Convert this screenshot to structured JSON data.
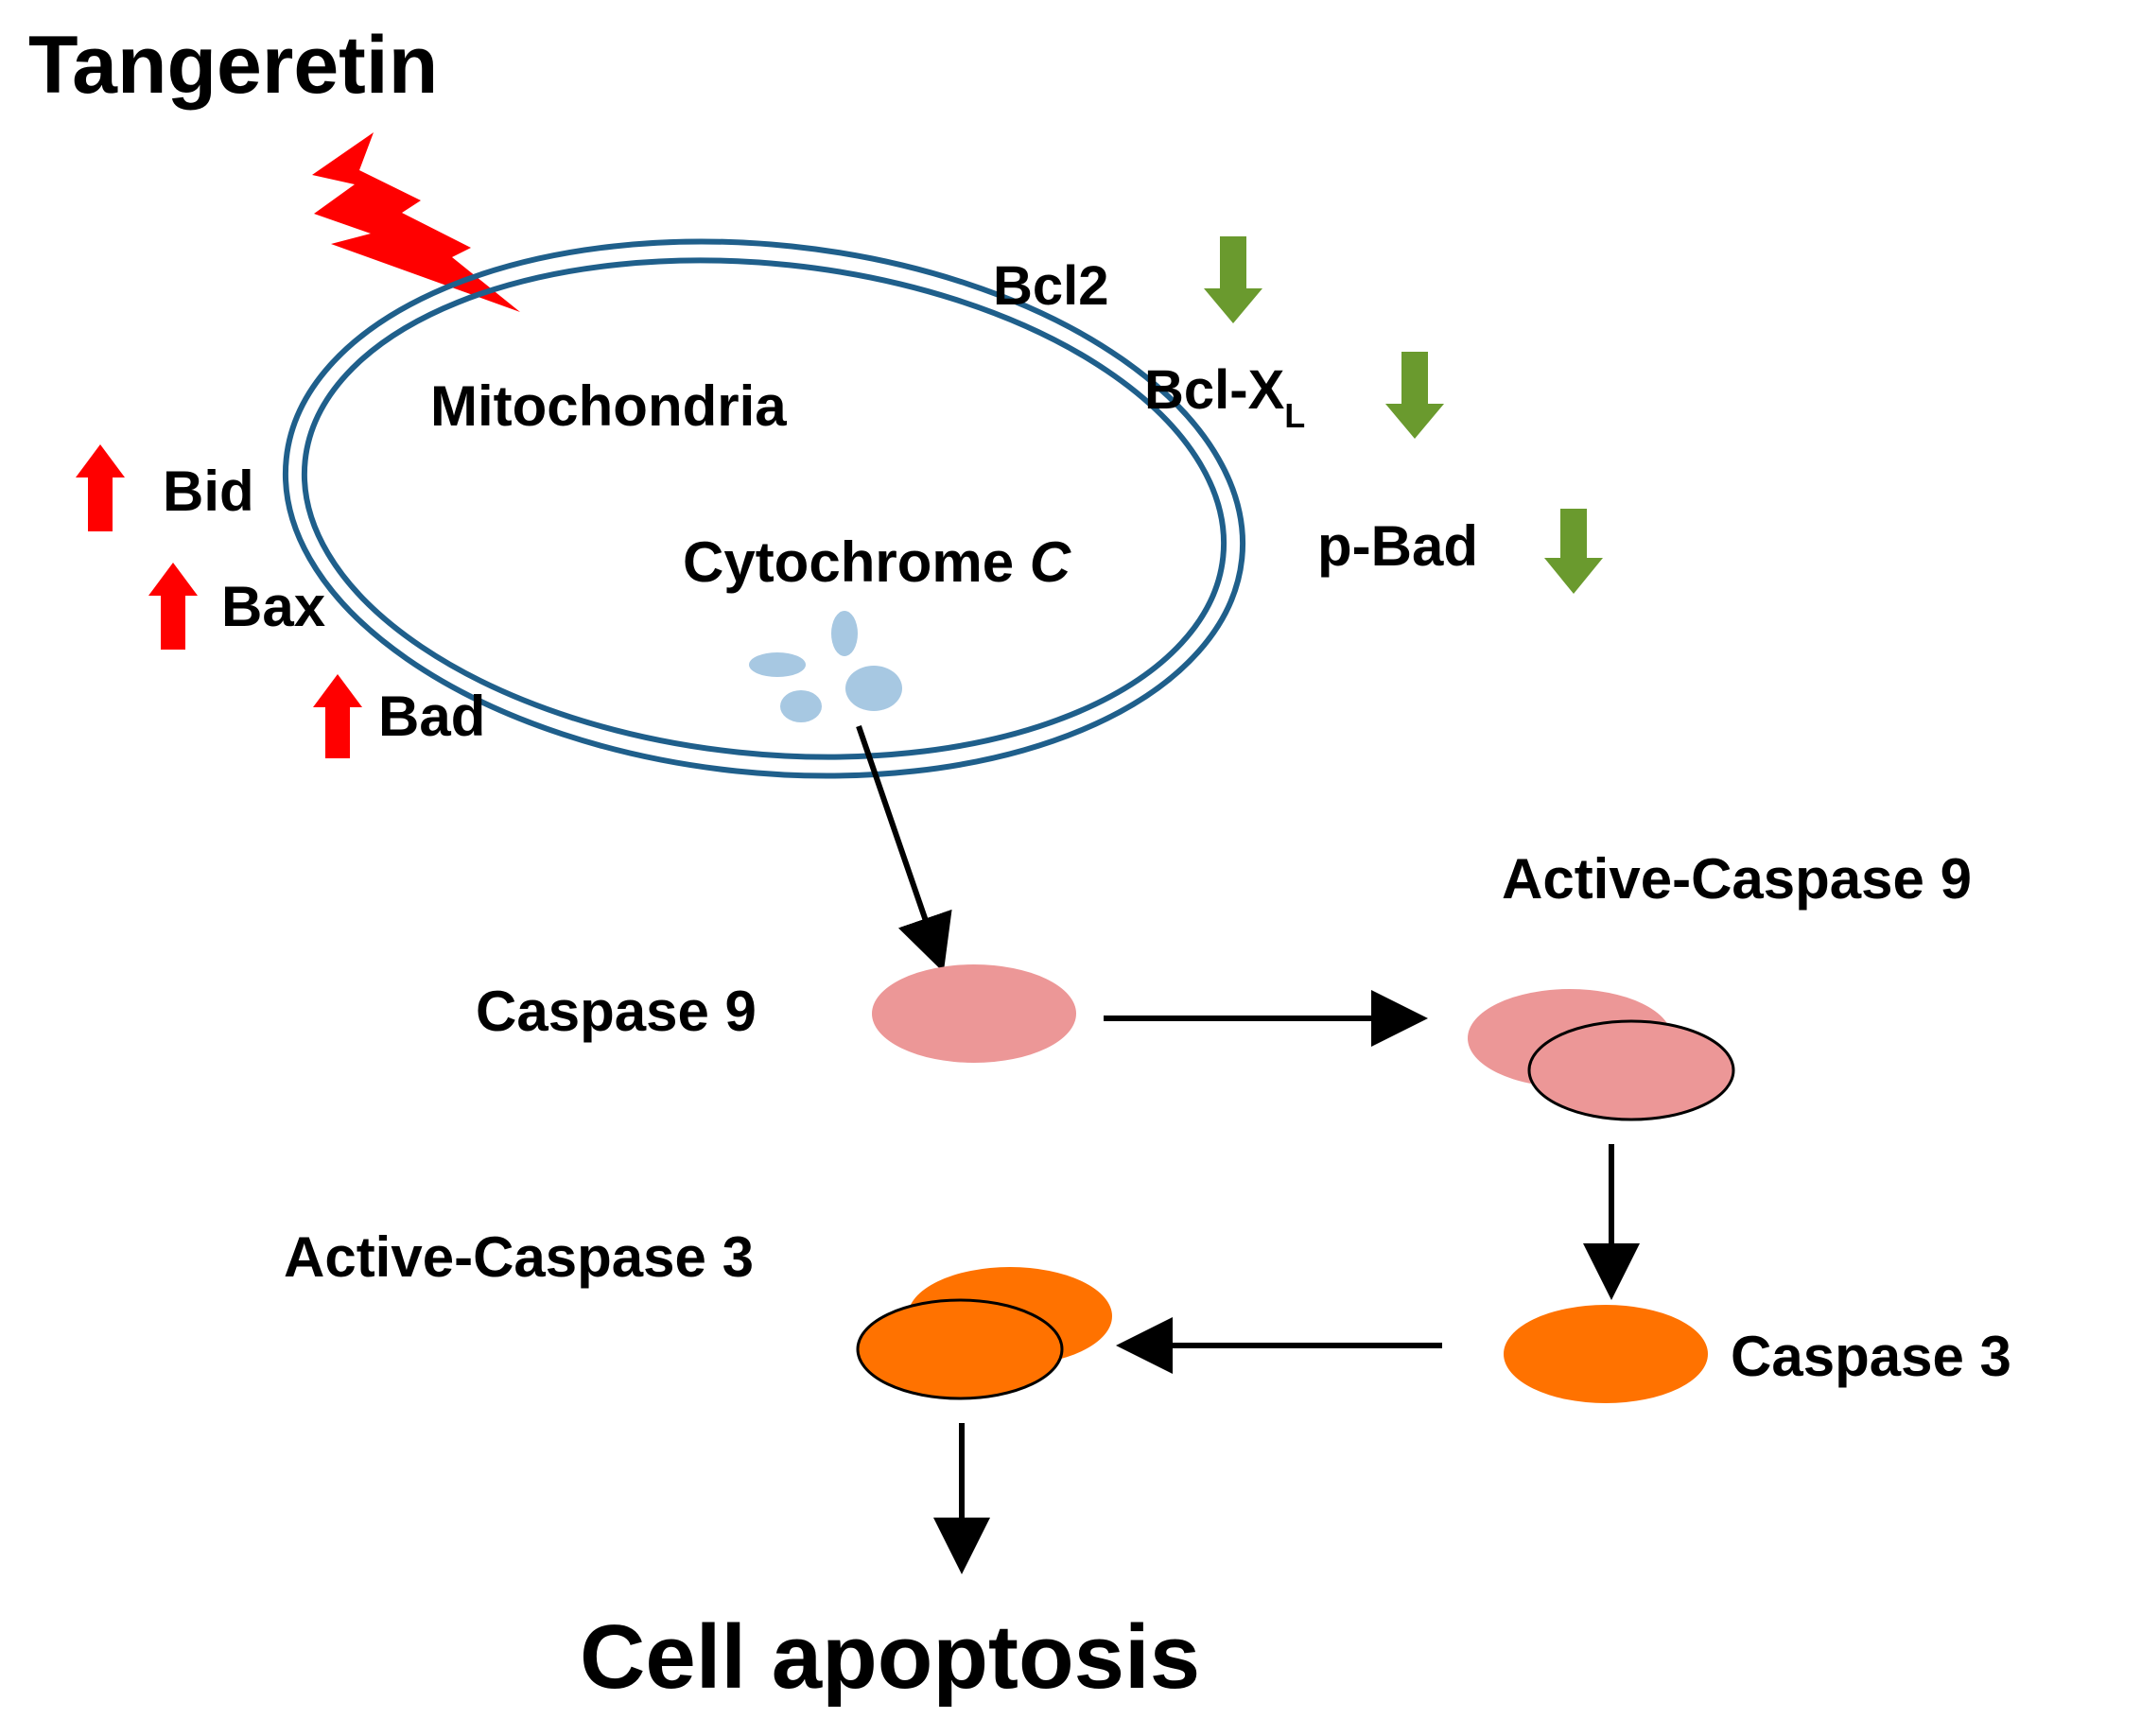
{
  "title": "Tangeretin",
  "organelle": "Mitochondria",
  "cyto_label": "Cytochrome ",
  "cyto_italic": "C",
  "up_regulated": [
    "Bid",
    "Bax",
    "Bad"
  ],
  "down_regulated": {
    "bcl2": "Bcl2",
    "bclxl_main": "Bcl-X",
    "bclxl_sub": "L",
    "pbad": "p-Bad"
  },
  "nodes": {
    "casp9": "Caspase 9",
    "active_casp9": "Active-Caspase 9",
    "casp3": "Caspase 3",
    "active_casp3": "Active-Caspase 3"
  },
  "outcome": "Cell apoptosis",
  "colors": {
    "up_arrow": "#ff0000",
    "down_arrow": "#6a9a2e",
    "membrane": "#1f5f8b",
    "cytochrome": "#a7c8e2",
    "caspase9": "#ec9797",
    "caspase3": "#ff7200",
    "outcome_text": "#ff0000",
    "lightning": "#ff0000"
  }
}
